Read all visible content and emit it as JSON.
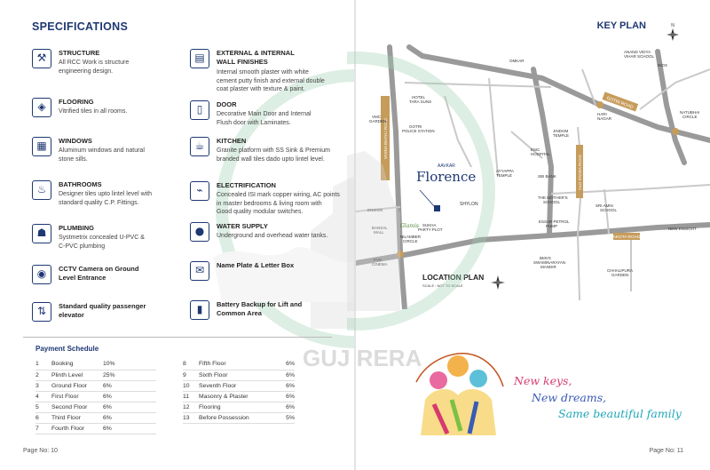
{
  "left_page": {
    "title": "SPECIFICATIONS",
    "specs": [
      {
        "icon": "crane-icon",
        "title": "STRUCTURE",
        "desc": [
          "All RCC Work is structure",
          "engineering design."
        ]
      },
      {
        "icon": "floor-tile-icon",
        "title": "FLOORING",
        "desc": [
          "Vitrified tiles in all rooms."
        ]
      },
      {
        "icon": "window-icon",
        "title": "WINDOWS",
        "desc": [
          "Aluminum windows and natural",
          "stone sills."
        ]
      },
      {
        "icon": "bathtub-icon",
        "title": "BATHROOMS",
        "desc": [
          "Designer tiles upto lintel level with",
          "standard quality C.P. Fittings."
        ]
      },
      {
        "icon": "faucet-icon",
        "title": "PLUMBING",
        "desc": [
          "Systmetrix concealed U-PVC &",
          "C-PVC plumbing"
        ]
      },
      {
        "icon": "cctv-icon",
        "title": "CCTV Camera on Ground",
        "title2": "Level Entrance",
        "desc": []
      },
      {
        "icon": "elevator-icon",
        "title": "Standard quality passenger",
        "title2": "elevator",
        "desc": []
      },
      {
        "icon": "paint-roller-icon",
        "title": "EXTERNAL & INTERNAL",
        "title2": "WALL FINISHES",
        "desc": [
          "Internal smooth plaster with white",
          "cement putty finish and external double",
          "coat plaster with texture & paint."
        ]
      },
      {
        "icon": "door-icon",
        "title": "DOOR",
        "desc": [
          "Decorative Main Door and Internal",
          "Flush door with Laminates."
        ]
      },
      {
        "icon": "kitchen-icon",
        "title": "KITCHEN",
        "desc": [
          "Granite platform with SS Sink & Premium",
          "branded wall tiles dado upto lintel level."
        ]
      },
      {
        "icon": "electric-socket-icon",
        "title": "ELECTRIFICATION",
        "desc": [
          "Concealed ISI mark copper wiring, AC points",
          "in master bedrooms & living room with",
          "Good quality modular switches."
        ]
      },
      {
        "icon": "water-drop-icon",
        "title": "WATER SUPPLY",
        "desc": [
          "Underground and overhead water tanks."
        ]
      },
      {
        "icon": "name-plate-icon",
        "title": "Name Plate & Letter Box",
        "desc": []
      },
      {
        "icon": "battery-icon",
        "title": "Battery Backup for Lift and",
        "title2": "Common Area",
        "desc": []
      }
    ],
    "payment": {
      "title": "Payment Schedule",
      "left": [
        {
          "n": "1",
          "stage": "Booking",
          "pct": "10%"
        },
        {
          "n": "2",
          "stage": "Plinth Level",
          "pct": "25%"
        },
        {
          "n": "3",
          "stage": "Ground Floor",
          "pct": "6%"
        },
        {
          "n": "4",
          "stage": "First Floor",
          "pct": "6%"
        },
        {
          "n": "5",
          "stage": "Second Floor",
          "pct": "6%"
        },
        {
          "n": "6",
          "stage": "Third Floor",
          "pct": "6%"
        },
        {
          "n": "7",
          "stage": "Fourth Floor",
          "pct": "6%"
        }
      ],
      "right": [
        {
          "n": "8",
          "stage": "Fifth Floor",
          "pct": "6%"
        },
        {
          "n": "9",
          "stage": "Sixth Floor",
          "pct": "6%"
        },
        {
          "n": "10",
          "stage": "Seventh Floor",
          "pct": "6%"
        },
        {
          "n": "11",
          "stage": "Masonry & Plaster",
          "pct": "6%"
        },
        {
          "n": "12",
          "stage": "Flooring",
          "pct": "6%"
        },
        {
          "n": "13",
          "stage": "Before Possession",
          "pct": "5%"
        }
      ]
    },
    "page_no": "Page No: 10"
  },
  "right_page": {
    "title": "KEY PLAN",
    "map": {
      "labels": {
        "vmc_garden": [
          "VMC",
          "GARDEN"
        ],
        "hotel": [
          "HOTEL",
          "TARA SUNS"
        ],
        "gotri_police": [
          "GOTRI",
          "POLICE STATION"
        ],
        "omkar": "OMKAR",
        "anand_vidya": [
          "ANAND VIDYA",
          "VIHAR SCHOOL"
        ],
        "inox": "INOX",
        "gotri_road": "GOTRI ROAD",
        "haripura": [
          "HARI",
          "NAGAR"
        ],
        "natubhai": [
          "NATUBHAI",
          "CIRCLE"
        ],
        "jain_temple": [
          "JINDOM",
          "TEMPLE"
        ],
        "esic": [
          "ESIC",
          "HOSPITAL"
        ],
        "ayyappa": [
          "AYYAPPA",
          "TEMPLE"
        ],
        "sbi": "SBI BANK",
        "mothers": [
          "THE MOTHER'S",
          "SCHOOL"
        ],
        "sri_amin": [
          "SRI AMIN",
          "SCHOOL"
        ],
        "essar": [
          "ESSAR PETROL",
          "PUMP"
        ],
        "new_ensight": "NEW ENSIGHT",
        "akota_road": "AKOTA ROAD",
        "ensign": "ENSIGN",
        "bansal": [
          "BANSAL",
          "MALL"
        ],
        "nilamber": [
          "NILAMBER",
          "CIRCLE"
        ],
        "sukha": [
          "SUKHA",
          "PARTY PLOT"
        ],
        "shylon": "SHYLON",
        "glamis": "Glamis",
        "pvr": [
          "PVR",
          "CINEMA"
        ],
        "bmvs": [
          "BMVS",
          "SWAMINARAYAN",
          "MANDIR"
        ],
        "chhalipura": [
          "CHHALIPURA",
          "GARDEN"
        ],
        "vasna_road": "VASNA BHAYLI ROAD",
        "old_padra": "OLD PADRA ROAD",
        "brand_small": "AAVKAR",
        "brand": "Florence",
        "location_plan": "LOCATION PLAN",
        "scale": "SCALE : NOT TO SCALE",
        "north": "N"
      },
      "colors": {
        "road": "#9a9a9a",
        "road_fill": "#c9c9c9",
        "brand": "#1e3872",
        "road_sign": "#c69c5b"
      }
    },
    "watermark": "GUJ RERA",
    "taglines": [
      "New keys,",
      "New dreams,",
      "Same beautiful family"
    ],
    "page_no": "Page No: 11"
  }
}
